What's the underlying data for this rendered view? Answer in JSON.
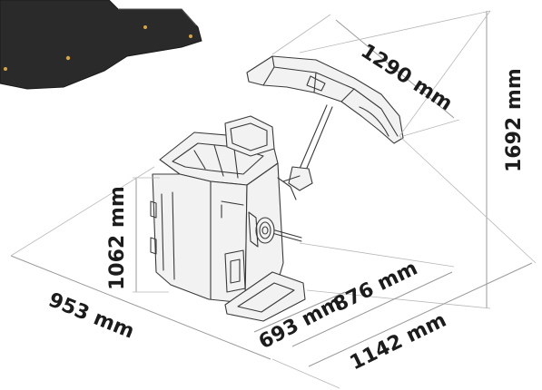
{
  "dimensions": {
    "hood_width": "1290 mm",
    "total_height": "1692 mm",
    "body_height": "1062 mm",
    "depth": "953 mm",
    "inner_width_a": "693 mm",
    "inner_width_b": "876 mm",
    "total_width": "1142 mm"
  },
  "colors": {
    "background": "#ffffff",
    "dimension_text": "#1c1c1c",
    "dimension_line": "#9a9a9a",
    "machine_outline": "#3a3a3a",
    "dark_object": "#2a2a2a"
  },
  "icons": [
    "wheel-balancer-drawing",
    "dark-product-photo-fragment"
  ]
}
